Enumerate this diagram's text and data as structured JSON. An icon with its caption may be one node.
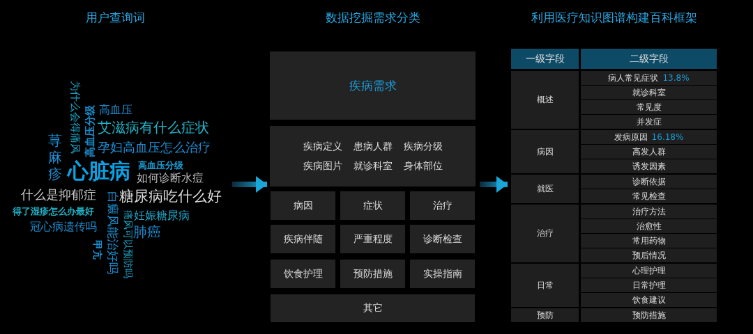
{
  "diagram": {
    "nodes": [
      {
        "text": [
          "用户查询词"
        ]
      },
      {
        "text": [
          "数据挖掘需求分类"
        ]
      },
      {
        "text": [
          "疾病需求"
        ],
        "in": 1
      },
      {
        "text": [
          "疾病定义",
          "患病人群",
          "疾病分级",
          "疾病图片",
          "就诊科室",
          "身体部位"
        ],
        "in": 1
      },
      {
        "text": [
          "病因"
        ],
        "in": 1
      },
      {
        "text": [
          "症状"
        ],
        "in": 1
      },
      {
        "text": [
          "治疗"
        ],
        "in": 1
      },
      {
        "text": [
          "疾病伴随"
        ],
        "in": 1
      },
      {
        "text": [
          "严重程度"
        ],
        "in": 1
      },
      {
        "text": [
          "诊断检查"
        ],
        "in": 1
      },
      {
        "text": [
          "饮食护理"
        ],
        "in": 1
      },
      {
        "text": [
          "预防措施"
        ],
        "in": 1
      },
      {
        "text": [
          "实操指南"
        ],
        "in": 1
      },
      {
        "text": [
          "其它"
        ],
        "in": 1
      },
      {
        "text": [
          "利用医疗知识图谱构建百科框架"
        ]
      }
    ],
    "edges": [
      {
        "from": 0,
        "to": 1,
        "arrow": "to"
      },
      {
        "from": 1,
        "to": 14,
        "arrow": "to"
      }
    ],
    "labels": [
      "为什么会得痛风",
      "高血压分级",
      "高血压",
      "艾滋病有什么症状",
      "荨麻疹",
      "孕妇高血压怎么治疗",
      "心脏病",
      "高血压分级",
      "如何诊断水痘",
      "什么是抑郁症",
      "白癜风能治好吗",
      "糖尿病吃什么好",
      "得了湿疹怎么办最好",
      "痛风可以预防吗",
      "妊娠糖尿病",
      "冠心病遗传吗",
      "肺癌",
      "甲亢",
      "一级字段",
      "二级字段",
      "概述",
      "病人常见症状",
      "13.8%",
      "就诊科室",
      "常见度",
      "并发症",
      "病因",
      "发病原因",
      "16.18%",
      "高发人群",
      "诱发因素",
      "就医",
      "诊断依据",
      "常见检查",
      "治疗",
      "治疗方法",
      "治愈性",
      "常用药物",
      "预后情况",
      "日常",
      "心理护理",
      "日常护理",
      "饮食建议",
      "预防",
      "预防措施"
    ]
  }
}
